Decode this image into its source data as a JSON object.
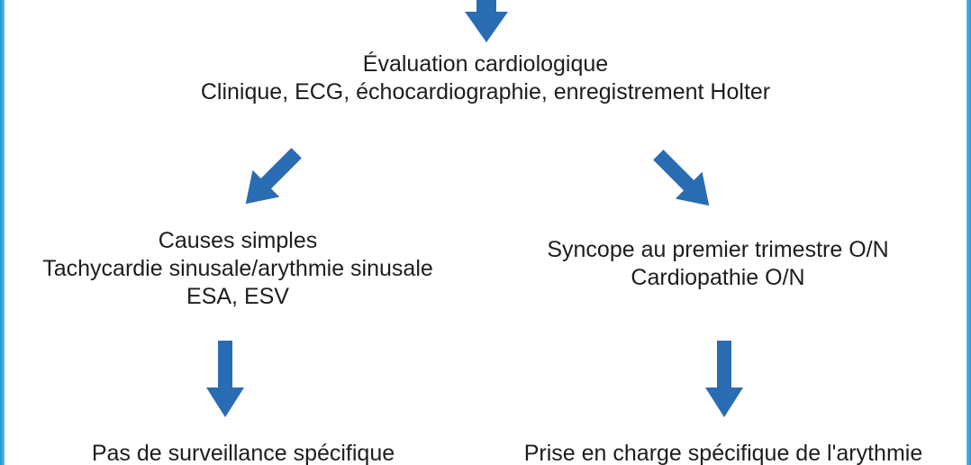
{
  "colors": {
    "arrow_blue": "#2a6cb2",
    "frame_blue": "#38a6de",
    "text": "#1d1d1b",
    "background": "#ffffff"
  },
  "flowchart": {
    "evaluation": {
      "line1": "Évaluation cardiologique",
      "line2": "Clinique, ECG, échocardiographie, enregistrement Holter"
    },
    "left_branch": {
      "line1": "Causes simples",
      "line2": "Tachycardie sinusale/arythmie sinusale",
      "line3": "ESA, ESV",
      "outcome": "Pas de surveillance spécifique"
    },
    "right_branch": {
      "line1": "Syncope au premier trimestre O/N",
      "line2": "Cardiopathie O/N",
      "outcome": "Prise en charge spécifique de l'arythmie"
    }
  }
}
